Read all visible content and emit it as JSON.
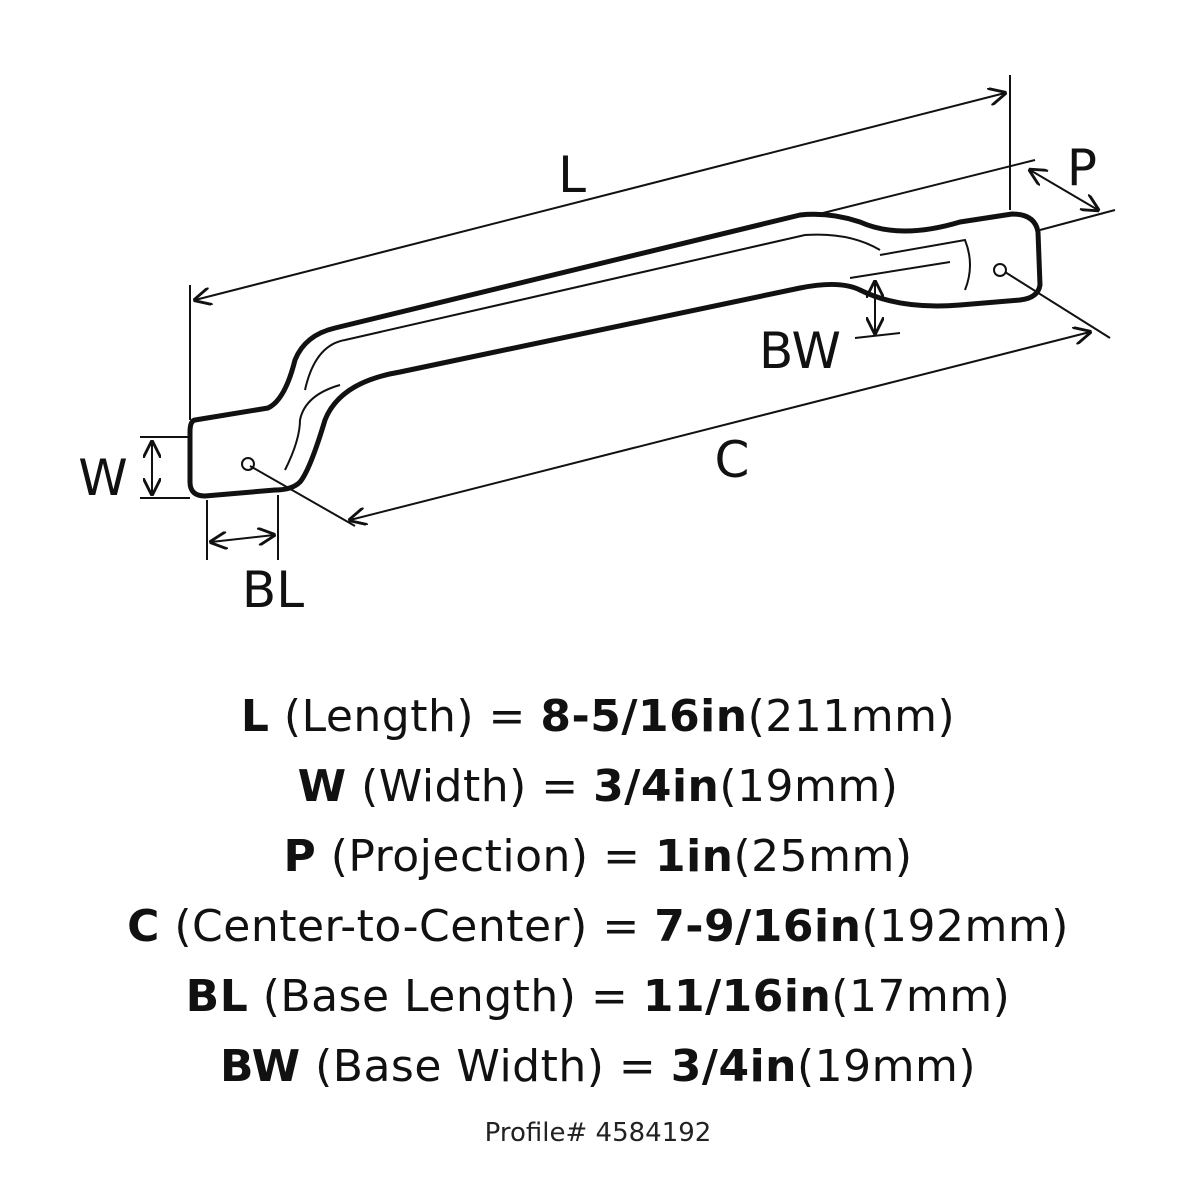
{
  "diagram": {
    "labels": {
      "L": "L",
      "P": "P",
      "BW": "BW",
      "C": "C",
      "W": "W",
      "BL": "BL"
    }
  },
  "specs": [
    {
      "key": "L",
      "name": "(Length)",
      "eq": "=",
      "imperial": "8-5/16in",
      "metric": "(211mm)"
    },
    {
      "key": "W",
      "name": "(Width)",
      "eq": "=",
      "imperial": "3/4in",
      "metric": "(19mm)"
    },
    {
      "key": "P",
      "name": "(Projection)",
      "eq": "=",
      "imperial": "1in",
      "metric": "(25mm)"
    },
    {
      "key": "C",
      "name": "(Center-to-Center)",
      "eq": "=",
      "imperial": "7-9/16in",
      "metric": "(192mm)"
    },
    {
      "key": "BL",
      "name": "(Base Length)",
      "eq": "=",
      "imperial": "11/16in",
      "metric": "(17mm)"
    },
    {
      "key": "BW",
      "name": "(Base Width)",
      "eq": "=",
      "imperial": "3/4in",
      "metric": "(19mm)"
    }
  ],
  "profile": "Profile# 4584192"
}
